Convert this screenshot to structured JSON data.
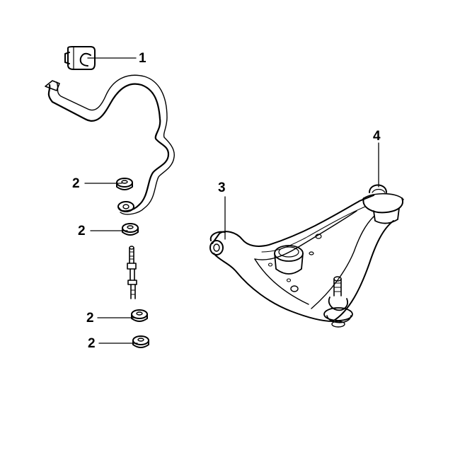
{
  "diagram": {
    "callouts": [
      {
        "id": "c1",
        "label": "1"
      },
      {
        "id": "c2a",
        "label": "2"
      },
      {
        "id": "c2b",
        "label": "2"
      },
      {
        "id": "c2c",
        "label": "2"
      },
      {
        "id": "c2d",
        "label": "2"
      },
      {
        "id": "c3",
        "label": "3"
      },
      {
        "id": "c4",
        "label": "4"
      }
    ],
    "colors": {
      "line": "#000000",
      "background": "#ffffff"
    }
  }
}
